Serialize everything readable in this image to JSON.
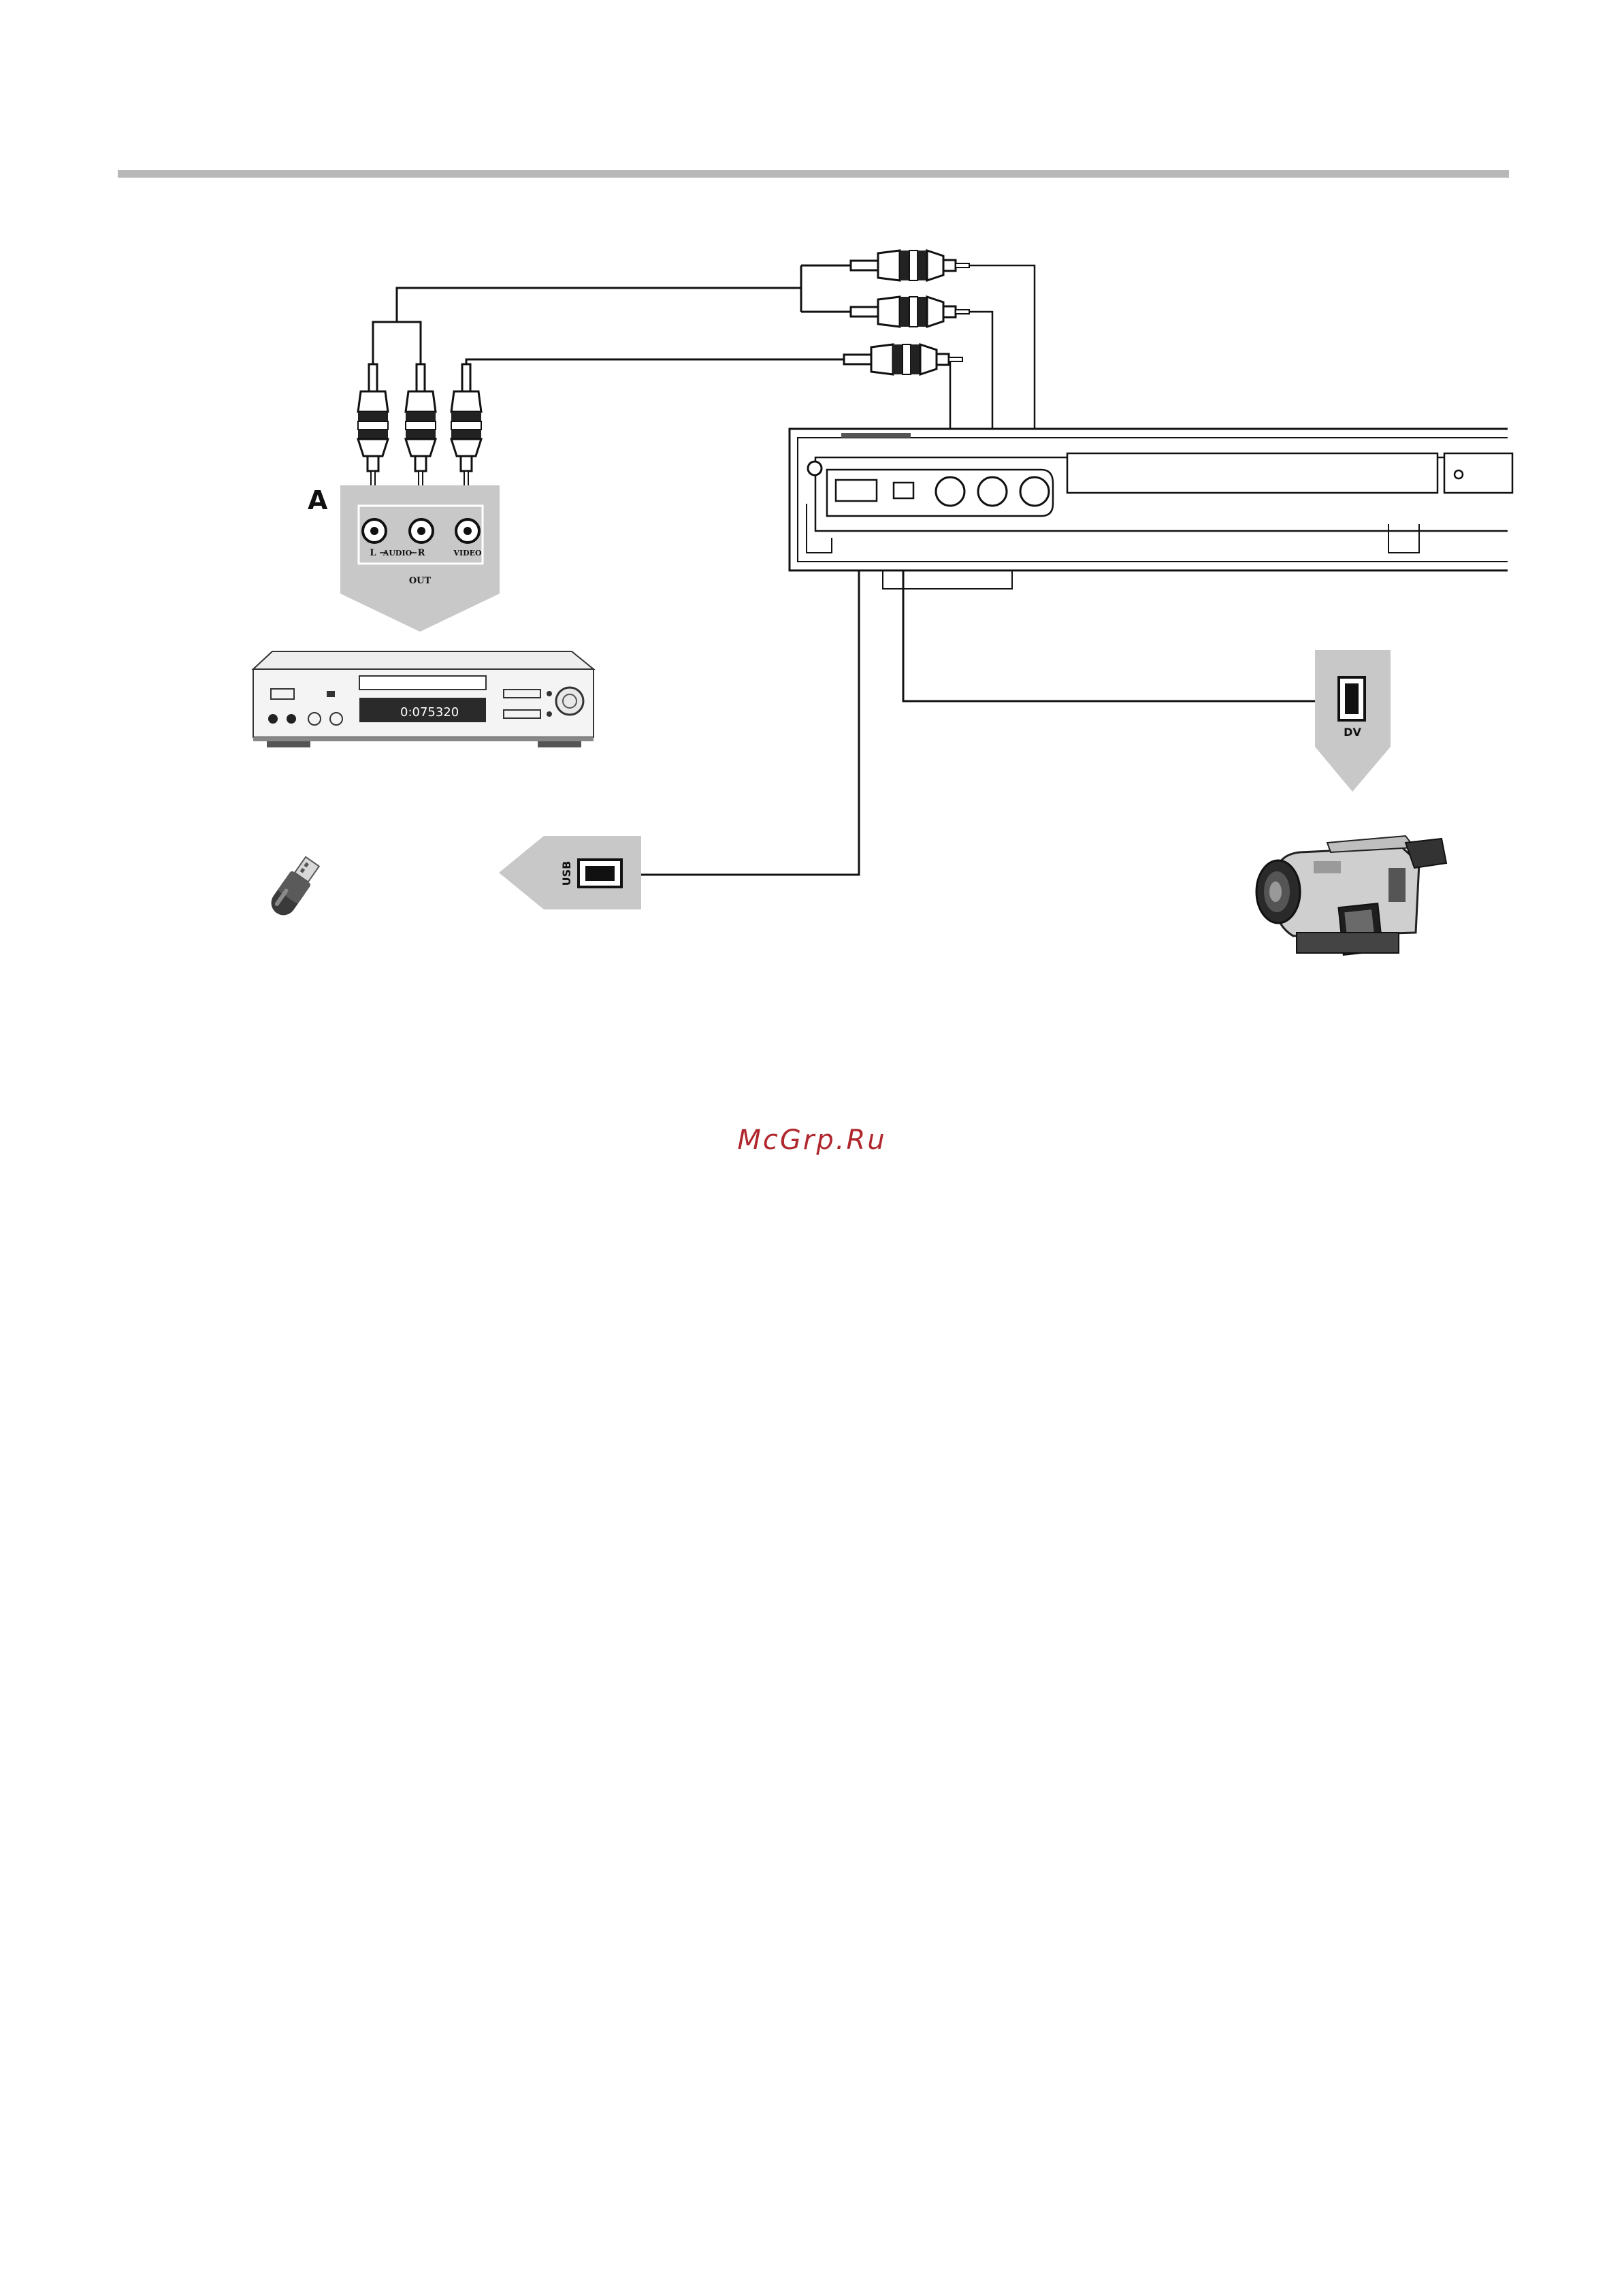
{
  "section_marker": "A",
  "source_panel": {
    "audio_left": "L",
    "audio_caption": "AUDIO",
    "audio_right": "R",
    "video_caption": "VIDEO",
    "out_caption": "OUT"
  },
  "dvd_player": {
    "display_readout": "0:075320"
  },
  "usb_panel": {
    "label": "USB"
  },
  "dv_panel": {
    "label": "DV"
  },
  "watermark": "McGrp.Ru",
  "colors": {
    "panel_gray": "#c8c8c8",
    "rule_gray": "#b8b8b8",
    "line": "#111111",
    "watermark": "#b0282e"
  },
  "icons": {
    "rca_plug": "rca-plug-icon",
    "usb_stick": "usb-flash-drive-icon",
    "camcorder": "camcorder-icon"
  }
}
